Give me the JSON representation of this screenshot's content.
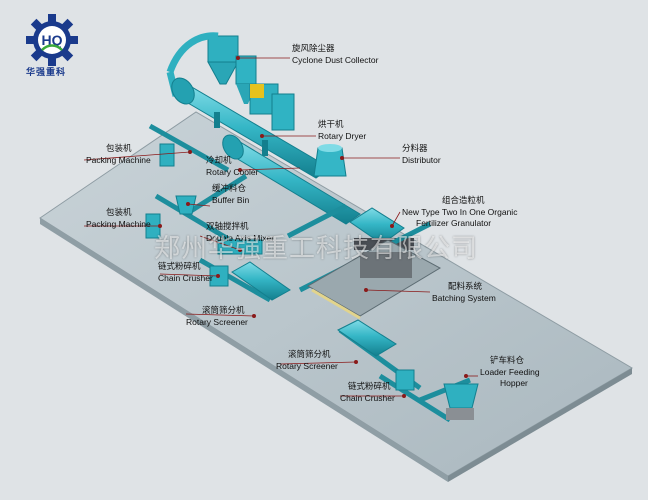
{
  "brand": {
    "logo_letters": "HQ",
    "name": "华强重科",
    "accent": "#1a3a8c"
  },
  "watermark": "郑州华强重工科技有限公司",
  "colors": {
    "background": "#dfe3e6",
    "platform": "#b7c3c9",
    "equipment": "#35b6c6",
    "leader_line": "#8a1a1a"
  },
  "labels": {
    "cyclone": {
      "cn": "旋风除尘器",
      "en": "Cyclone Dust Collector"
    },
    "dryer": {
      "cn": "烘干机",
      "en": "Rotary Dryer"
    },
    "distributor": {
      "cn": "分料器",
      "en": "Distributor"
    },
    "packing1": {
      "cn": "包装机",
      "en": "Packing Machine"
    },
    "cooler": {
      "cn": "冷却机",
      "en": "Rotary Cooler"
    },
    "buffer": {
      "cn": "缓冲料仓",
      "en": "Buffer Bin"
    },
    "granulator": {
      "cn": "组合造粒机",
      "en": "New Type Two In One Organic",
      "en2": "Fertilizer Granulator"
    },
    "packing2": {
      "cn": "包装机",
      "en": "Packing Machine"
    },
    "mixer": {
      "cn": "双轴搅拌机",
      "en": "Double Axis Mixer"
    },
    "crusher1": {
      "cn": "链式粉碎机",
      "en": "Chain Crusher"
    },
    "batching": {
      "cn": "配料系统",
      "en": "Batching System"
    },
    "screener1": {
      "cn": "滚筒筛分机",
      "en": "Rotary Screener"
    },
    "screener2": {
      "cn": "滚筒筛分机",
      "en": "Rotary Screener"
    },
    "hopper": {
      "cn": "铲车料仓",
      "en": "Loader Feeding",
      "en2": "Hopper"
    },
    "crusher2": {
      "cn": "链式粉碎机",
      "en": "Chain Crusher"
    }
  }
}
